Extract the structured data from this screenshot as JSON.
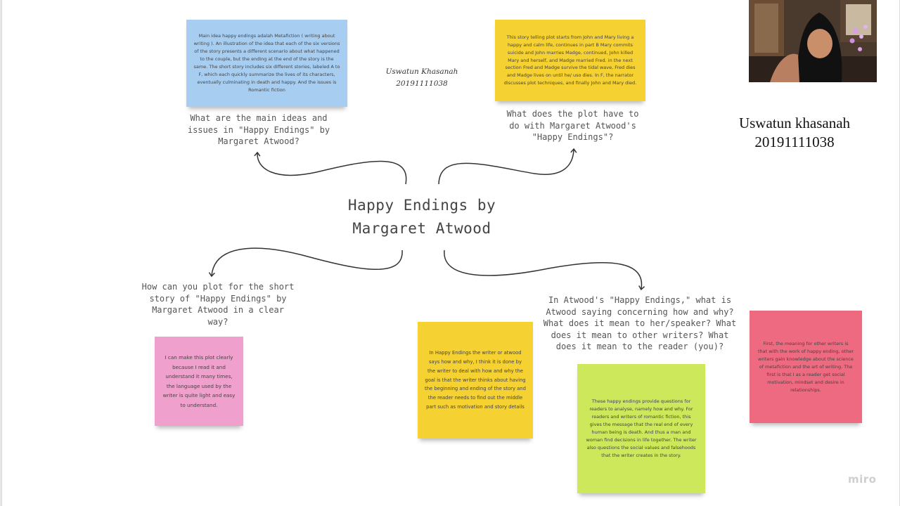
{
  "central_topic": [
    "Happy Endings by",
    "Margaret Atwood"
  ],
  "author_note": [
    "Uswatun Khasanah",
    "20191111038"
  ],
  "presenter": [
    "Uswatun khasanah",
    "20191111038"
  ],
  "brand": "miro",
  "questions": {
    "main_ideas": "What are the main ideas and issues in \"Happy Endings\" by Margaret Atwood?",
    "plot": "What does the plot have to do with Margaret Atwood's \"Happy Endings\"?",
    "plot_clear": "How can you plot for the short story of \"Happy Endings\" by Margaret Atwood in a clear way?",
    "how_why": "In Atwood's \"Happy Endings,\" what is Atwood saying concerning how and why? What does it mean to her/speaker? What does it mean to other writers? What does it mean to the reader (you)?"
  },
  "notes": {
    "blue": "Main idea happy endings adalah Metafiction ( writing about writing ). An illustration of the idea that each of the six versions of the story presents a different scenario about what happened to the couple, but the ending at the end of the story is the same. The short story includes six different stories, labeled A to F, which each quickly summarize the lives of its characters, eventually culminating in death and happy. And the issues is Romantic fiction",
    "yellow_top": "This story telling plot starts from John and Mary living a happy and calm life, continues in part B Mary commits suicide and John marries Madge, continued, John killed Mary and herself, and Madge married Fred. in the next section Fred and Madge survive the tidal wave, Fred dies and Madge lives on until he/ uso dies. In F, the narrator discusses plot techniques, and finally John and Mary died.",
    "pink": "I can make this plot clearly because I read it and understand it many times, the language used by the writer is quite light and easy to understand.",
    "yellow_bottom": "In Happy Endings the writer or atwood says how and why, I think it is done by the writer to deal with how and why the goal is that the writer thinks about having the beginning and ending of the story and the reader needs to find out the middle part such as motivation and story details",
    "green": "These happy endings provide questions for readers to analyse, namely how and why. For readers and writers of romantic fiction, this gives the message that the real end of every human being is death. And thus a man and woman find decisions in life together. The writer also questions the social values and falsehoods that the writer creates in the story.",
    "red": "First, the meaning for other writers is that with the work of happy ending, other writers gain knowledge about the science of metafiction and the art of writing. The first is that I as a reader get social motivation, mindset and desire in relationships."
  },
  "colors": {
    "blue": "#a7cdf1",
    "yellow": "#f6d132",
    "pink": "#f0a0cd",
    "green": "#cde85a",
    "red": "#ee6a80"
  },
  "icons": {
    "arrow": "curved-arrow-icon",
    "webcam": "presenter-webcam"
  }
}
